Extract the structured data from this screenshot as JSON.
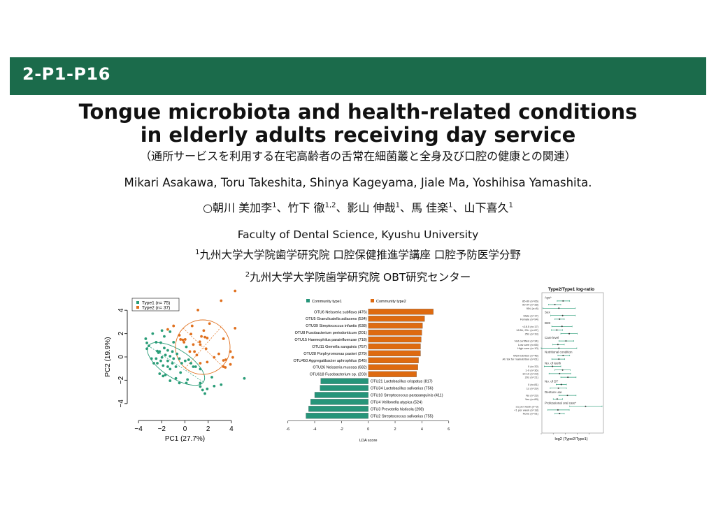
{
  "header": {
    "code": "2-P1-P16"
  },
  "title": {
    "line1": "Tongue microbiota and health-related conditions",
    "line2": "in elderly adults receiving day service",
    "subtitle": "（通所サービスを利用する在宅高齢者の舌常在細菌叢と全身及び口腔の健康との関連）"
  },
  "authors": {
    "english": "Mikari Asakawa, Toru Takeshita, Shinya Kageyama, Jiale Ma, Yoshihisa Yamashita.",
    "japanese": [
      {
        "name": "○朝川 美加李",
        "sup": "1",
        "sep": "、"
      },
      {
        "name": "竹下 徹",
        "sup": "1,2",
        "sep": "、"
      },
      {
        "name": "影山 伸哉",
        "sup": "1",
        "sep": "、"
      },
      {
        "name": "馬 佳楽",
        "sup": "1",
        "sep": "、"
      },
      {
        "name": "山下喜久",
        "sup": "1",
        "sep": ""
      }
    ]
  },
  "affiliations": {
    "english": "Faculty of Dental Science, Kyushu University",
    "aff1_sup": "1",
    "aff1": "九州大学大学院歯学研究院 口腔保健推進学講座 口腔予防医学分野",
    "aff2_sup": "2",
    "aff2": "九州大学大学院歯学研究院 OBT研究センター"
  },
  "colors": {
    "band": "#1b6b4b",
    "type1": "#2a9d78",
    "type2": "#e0701e"
  },
  "chart_data": [
    {
      "type": "scatter",
      "xlabel": "PC1 (27.7%)",
      "ylabel": "PC2 (19.9%)",
      "xlim": [
        -4,
        4
      ],
      "ylim": [
        -4,
        4
      ],
      "xticks": [
        "-4",
        "-2",
        "0",
        "2",
        "4"
      ],
      "yticks": [
        "-4",
        "-2",
        "0",
        "2",
        "4"
      ],
      "legend_position": "top-left",
      "series": [
        {
          "name": "Type1 (n= 75)",
          "color": "#2a9d78",
          "points": [
            [
              -3.38,
              1.56
            ],
            [
              -3.28,
              1.2
            ],
            [
              -3.28,
              0.7
            ],
            [
              -2.78,
              2
            ],
            [
              -3.1,
              0.95
            ],
            [
              -1.98,
              2.26
            ],
            [
              -1.78,
              1.76
            ],
            [
              -1.28,
              2.16
            ],
            [
              -0.98,
              1.26
            ],
            [
              -2.48,
              1.26
            ],
            [
              -2.08,
              1.22
            ],
            [
              -2.38,
              0.5
            ],
            [
              -2.28,
              0.36
            ],
            [
              -2.18,
              0.46
            ],
            [
              -1.78,
              0.76
            ],
            [
              -1.48,
              0.56
            ],
            [
              -1.08,
              0.46
            ],
            [
              -0.68,
              0.26
            ],
            [
              -1.98,
              -0.04
            ],
            [
              -1.68,
              0.16
            ],
            [
              -1.48,
              -0.34
            ],
            [
              -2.68,
              -0.54
            ],
            [
              -2.38,
              -0.54
            ],
            [
              -2.08,
              -0.34
            ],
            [
              -1.88,
              -0.74
            ],
            [
              -1.48,
              -0.84
            ],
            [
              -1.28,
              -1.04
            ],
            [
              -1.08,
              -0.54
            ],
            [
              -0.78,
              -0.84
            ],
            [
              -0.48,
              -0.14
            ],
            [
              0.02,
              -0.34
            ],
            [
              0.32,
              -0.24
            ],
            [
              0.52,
              -0.54
            ],
            [
              0.72,
              -0.84
            ],
            [
              0.92,
              -0.84
            ],
            [
              -2.18,
              -1.44
            ],
            [
              -1.68,
              -1.54
            ],
            [
              -1.28,
              -2.04
            ],
            [
              -0.78,
              -1.84
            ],
            [
              -0.38,
              -1.34
            ],
            [
              -0.48,
              -2.24
            ],
            [
              0.12,
              -2.24
            ],
            [
              0.22,
              -1.94
            ],
            [
              1.32,
              -2.24
            ],
            [
              1.32,
              -2.54
            ],
            [
              1.52,
              -2.84
            ],
            [
              1.72,
              -3.14
            ],
            [
              1.92,
              -2.74
            ],
            [
              2.32,
              -1.74
            ],
            [
              2.52,
              -2.5
            ],
            [
              3.12,
              -2.38
            ],
            [
              5.12,
              -1.84
            ],
            [
              1.32,
              -1.04
            ],
            [
              -0.28,
              -0.54
            ],
            [
              0.12,
              0.86
            ],
            [
              -2.88,
              -0.14
            ],
            [
              -2.48,
              -0.14
            ],
            [
              -1.28,
              0.06
            ],
            [
              -0.98,
              -0.14
            ],
            [
              -1.88,
              -1.64
            ]
          ]
        },
        {
          "name": "Type2 (n= 37)",
          "color": "#e0701e",
          "points": [
            [
              4.32,
              5.66
            ],
            [
              3.12,
              4.82
            ],
            [
              1.12,
              4.02
            ],
            [
              4.32,
              2.46
            ],
            [
              2.12,
              2.86
            ],
            [
              0.62,
              2.66
            ],
            [
              -0.98,
              2.66
            ],
            [
              -1.48,
              2.36
            ],
            [
              0.02,
              1.5
            ],
            [
              -0.08,
              1.26
            ],
            [
              1.42,
              1.76
            ],
            [
              1.72,
              1.7
            ],
            [
              1.92,
              1.62
            ],
            [
              3.32,
              1.56
            ],
            [
              1.32,
              1.06
            ],
            [
              1.82,
              0.7
            ],
            [
              0.82,
              0.46
            ],
            [
              1.02,
              0.16
            ],
            [
              3.92,
              0.46
            ],
            [
              3.32,
              -0.3
            ],
            [
              3.52,
              -0.24
            ],
            [
              3.92,
              -0.64
            ],
            [
              3.32,
              -0.84
            ],
            [
              3.48,
              -0.9
            ],
            [
              1.92,
              -0.44
            ],
            [
              1.32,
              -0.54
            ],
            [
              2.52,
              -0.04
            ],
            [
              4.12,
              -0.04
            ],
            [
              -0.48,
              1.86
            ],
            [
              -0.38,
              1.5
            ],
            [
              -0.18,
              1.46
            ],
            [
              0.42,
              0.46
            ],
            [
              0.72,
              1.06
            ],
            [
              1.28,
              1.3
            ],
            [
              2.92,
              0.26
            ],
            [
              1.62,
              2.26
            ],
            [
              0.52,
              1.96
            ]
          ]
        }
      ]
    },
    {
      "type": "bar",
      "orientation": "horizontal",
      "xlabel": "LDA score",
      "xlim": [
        -6,
        6
      ],
      "xticks": [
        "-6",
        "-4",
        "-2",
        "0",
        "2",
        "4",
        "6"
      ],
      "legend": [
        "Community type1",
        "Community type2"
      ],
      "legend_position": "top",
      "categories": [
        "OTU6 Neisseria subflava (476)",
        "OTU5 Granulicatella adiacens (534)",
        "OTU39 Streptococcus infantis (638)",
        "OTU8 Fusobacterium periodonticum (201)",
        "OTU15 Haemophilus parainfluenzae (718)",
        "OTU11 Gemella sanguinis (757)",
        "OTU28 Porphyromonas pasteri (279)",
        "OTU450 Aggregatibacter aphrophilus (545)",
        "OTU26 Neisseria mucosa (682)",
        "OTU618 Fusobacterium sp. (203)",
        "OTU21 Lactobacillus crispatus (817)",
        "OTU34 Lactobacillus salivarius (756)",
        "OTU10 Streptococcus parasanguinis (411)",
        "OTU4 Veillonella atypica (524)",
        "OTU3 Prevotella histicola (298)",
        "OTU2 Streptococcus salivarius (755)"
      ],
      "values": [
        4.85,
        4.2,
        4.05,
        4.0,
        3.95,
        3.9,
        3.9,
        3.75,
        3.7,
        3.6,
        -3.55,
        -3.6,
        -4.0,
        -4.3,
        -4.45,
        -4.65
      ]
    },
    {
      "type": "forest",
      "title": "Type2/Type1 log-ratio",
      "xlabel": "log2 (Type2/Type1)",
      "xlim": [
        -2.1,
        3.2
      ],
      "rows": [
        {
          "group": "Age*"
        },
        {
          "label": "85-89 (n=66)",
          "est": -0.18,
          "lo": -0.67,
          "hi": 0.37
        },
        {
          "label": "90-94 (n=38)",
          "est": -0.86,
          "lo": -1.39,
          "hi": -0.37
        },
        {
          "label": "95≤ (n=8)",
          "est": -0.53,
          "lo": -1.86,
          "hi": 0.84
        },
        {
          "group": "Sex"
        },
        {
          "label": "Male (n=17)",
          "est": -0.22,
          "lo": -1.21,
          "hi": 0.84
        },
        {
          "label": "Female (n=94)",
          "est": -0.47,
          "lo": -0.86,
          "hi": -0.08
        },
        {
          "group": "BMI"
        },
        {
          "label": "<18.5 (n=17)",
          "est": -0.27,
          "lo": -1.12,
          "hi": 0.57
        },
        {
          "label": "18.5≤, 25> (n=67)",
          "est": -0.7,
          "lo": -1.16,
          "hi": -0.22
        },
        {
          "label": "25≤ (n=19)",
          "est": 0.33,
          "lo": -0.37,
          "hi": 1.0
        },
        {
          "group": "Care level"
        },
        {
          "label": "Not certified (n=34)",
          "est": 0.06,
          "lo": -0.53,
          "hi": 0.71
        },
        {
          "label": "Low care (n=66)",
          "est": -0.61,
          "lo": -1.04,
          "hi": -0.08
        },
        {
          "label": "High care (n=10)",
          "est": -0.53,
          "lo": -2.0,
          "hi": 0.96
        },
        {
          "group": "Nutritional condition"
        },
        {
          "label": "Well-nutrition (n=48)",
          "est": -0.18,
          "lo": -0.61,
          "hi": 0.37
        },
        {
          "label": "At risk for malnutrition (n=61)",
          "est": -0.53,
          "lo": -1.12,
          "hi": -0.04
        },
        {
          "group": "No. of teeth"
        },
        {
          "label": "0 (n=32)",
          "est": -1.06,
          "lo": -1.75,
          "hi": -0.37
        },
        {
          "label": "1-9 (n=36)",
          "est": -0.22,
          "lo": -0.86,
          "hi": 0.41
        },
        {
          "label": "10-19 (n=23)",
          "est": -0.47,
          "lo": -1.35,
          "hi": 0.45
        },
        {
          "label": "20≤ (n=21)",
          "est": 0.22,
          "lo": -0.37,
          "hi": 0.9
        },
        {
          "group": "No. of DT"
        },
        {
          "label": "0 (n=81)",
          "est": -0.33,
          "lo": -0.76,
          "hi": 0.1
        },
        {
          "label": "1≤ (n=29)",
          "est": -0.57,
          "lo": -1.25,
          "hi": 0.1
        },
        {
          "group": "Denture use"
        },
        {
          "label": "No (n=23)",
          "est": 0.18,
          "lo": -0.53,
          "hi": 0.9
        },
        {
          "label": "Yes (n=89)",
          "est": -0.67,
          "lo": -1.0,
          "hi": -0.22
        },
        {
          "group": "Professional oral care*"
        },
        {
          "label": "≥1 per week (n=3)",
          "est": 1.69,
          "lo": 0.37,
          "hi": 3.06
        },
        {
          "label": "<1 per week (n=18)",
          "est": -0.61,
          "lo": -1.45,
          "hi": 0.33
        },
        {
          "label": "None (n=91)",
          "est": -0.47,
          "lo": -0.86,
          "hi": -0.08
        }
      ]
    }
  ]
}
